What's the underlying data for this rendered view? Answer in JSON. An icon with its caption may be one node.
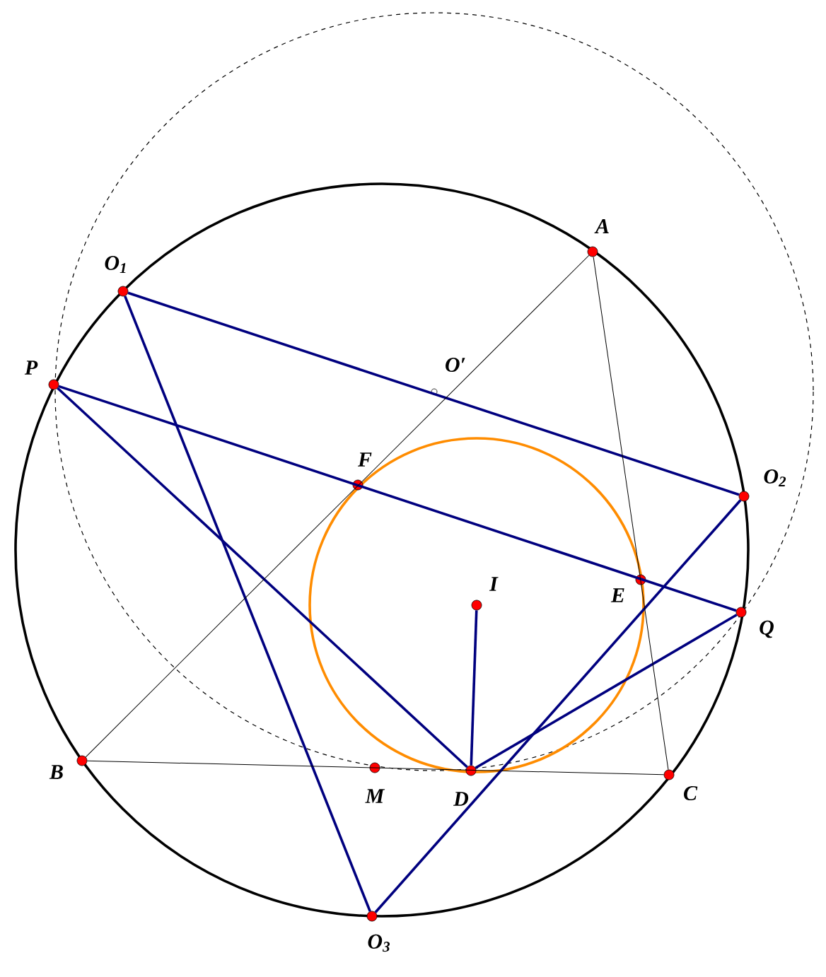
{
  "diagram": {
    "nodes": [
      {
        "text": [],
        "shape": "circle",
        "beside": [
          "A"
        ]
      },
      {
        "text": [],
        "shape": "circle",
        "beside": [
          "O$_{1}$"
        ]
      },
      {
        "text": [],
        "shape": "circle",
        "beside": [
          "P"
        ]
      },
      {
        "text": [],
        "shape": "circle",
        "beside": [
          "O′"
        ]
      },
      {
        "text": [],
        "shape": "circle",
        "beside": [
          "F"
        ]
      },
      {
        "text": [],
        "shape": "circle",
        "beside": [
          "O$_{2}$"
        ]
      },
      {
        "text": [],
        "shape": "circle",
        "beside": [
          "I"
        ]
      },
      {
        "text": [],
        "shape": "circle",
        "beside": [
          "E"
        ]
      },
      {
        "text": [],
        "shape": "circle",
        "beside": [
          "Q"
        ]
      },
      {
        "text": [],
        "shape": "circle",
        "beside": [
          "B"
        ]
      },
      {
        "text": [],
        "shape": "circle",
        "beside": [
          "M"
        ]
      },
      {
        "text": [],
        "shape": "circle",
        "beside": [
          "D"
        ]
      },
      {
        "text": [],
        "shape": "circle",
        "beside": [
          "C"
        ]
      },
      {
        "text": [],
        "shape": "circle",
        "beside": [
          "O$_{3}$"
        ]
      }
    ],
    "edges": [
      {
        "from": 1,
        "to": 5,
        "arrow": "none"
      },
      {
        "from": 2,
        "to": 8,
        "arrow": "none"
      },
      {
        "from": 2,
        "to": 11,
        "arrow": "none"
      },
      {
        "from": 1,
        "to": 13,
        "arrow": "none"
      },
      {
        "from": 13,
        "to": 5,
        "arrow": "none"
      },
      {
        "from": 11,
        "to": 8,
        "arrow": "none"
      },
      {
        "from": 6,
        "to": 11,
        "arrow": "none"
      },
      {
        "from": 0,
        "to": 9,
        "arrow": "none",
        "color": "#000000"
      },
      {
        "from": 0,
        "to": 12,
        "arrow": "none",
        "color": "#000000"
      },
      {
        "from": 9,
        "to": 12,
        "arrow": "none",
        "color": "#000000"
      }
    ]
  }
}
